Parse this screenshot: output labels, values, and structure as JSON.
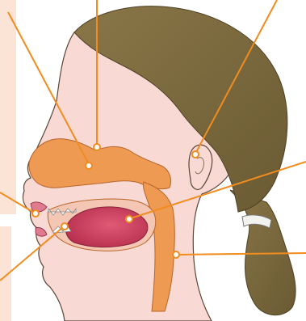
{
  "figure": {
    "type": "anatomical-illustration",
    "subject": "head-profile-cross-section",
    "labels_printed": false
  },
  "callouts": [
    {
      "id": "nasal-cavity-upper",
      "color": "#f28c1e",
      "marker": "open-circle"
    },
    {
      "id": "nasal-cavity-floor",
      "color": "#f28c1e",
      "marker": "open-circle"
    },
    {
      "id": "ear",
      "color": "#f28c1e",
      "marker": "open-circle"
    },
    {
      "id": "pharynx",
      "color": "#f28c1e",
      "marker": "open-circle"
    },
    {
      "id": "lips",
      "color": "#f28c1e",
      "marker": "open-circle"
    },
    {
      "id": "teeth",
      "color": "#f28c1e",
      "marker": "open-circle"
    },
    {
      "id": "tongue",
      "color": "#f28c1e",
      "marker": "open-circle"
    },
    {
      "id": "throat",
      "color": "#f28c1e",
      "marker": "open-circle"
    }
  ],
  "colors": {
    "skin": "#f8d9d3",
    "hair": "#7c6a3e",
    "cavity": "#ee9a52",
    "tongue": "#c73b59",
    "leader": "#f28c1e",
    "side_panel": "#fbe3d6"
  }
}
